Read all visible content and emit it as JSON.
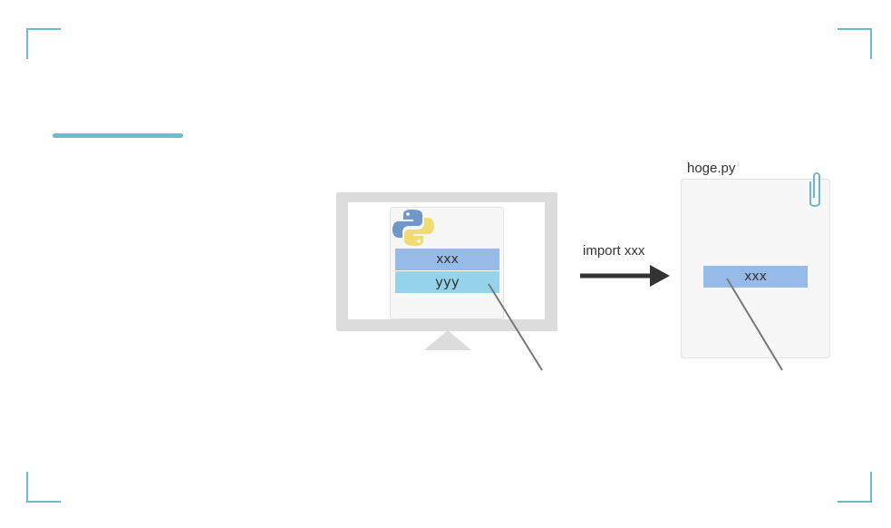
{
  "computer": {
    "module_rows": [
      {
        "label": "xxx"
      },
      {
        "label": "yyy"
      }
    ],
    "logo_icon": "python-logo-icon"
  },
  "arrow": {
    "label": "import xxx",
    "icon": "right-arrow-icon"
  },
  "file": {
    "name": "hoge.py",
    "row_label": "xxx",
    "clip_icon": "paperclip-icon"
  },
  "colors": {
    "accent": "#6cbccd",
    "row_blue": "#97bbe8",
    "row_cyan": "#94d3ea",
    "device_gray": "#dcdcdc"
  }
}
